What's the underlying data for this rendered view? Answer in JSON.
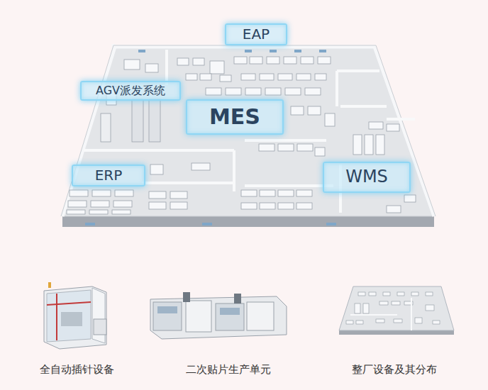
{
  "diagram": {
    "nodes": [
      {
        "text": [
          "EAP"
        ]
      },
      {
        "text": [
          "AGV派发系统"
        ]
      },
      {
        "text": [
          "MES"
        ]
      },
      {
        "text": [
          "ERP"
        ]
      },
      {
        "text": [
          "WMS"
        ]
      }
    ],
    "labels": [
      "全自动插针设备",
      "二次贴片生产单元",
      "整厂设备及其分布"
    ]
  }
}
